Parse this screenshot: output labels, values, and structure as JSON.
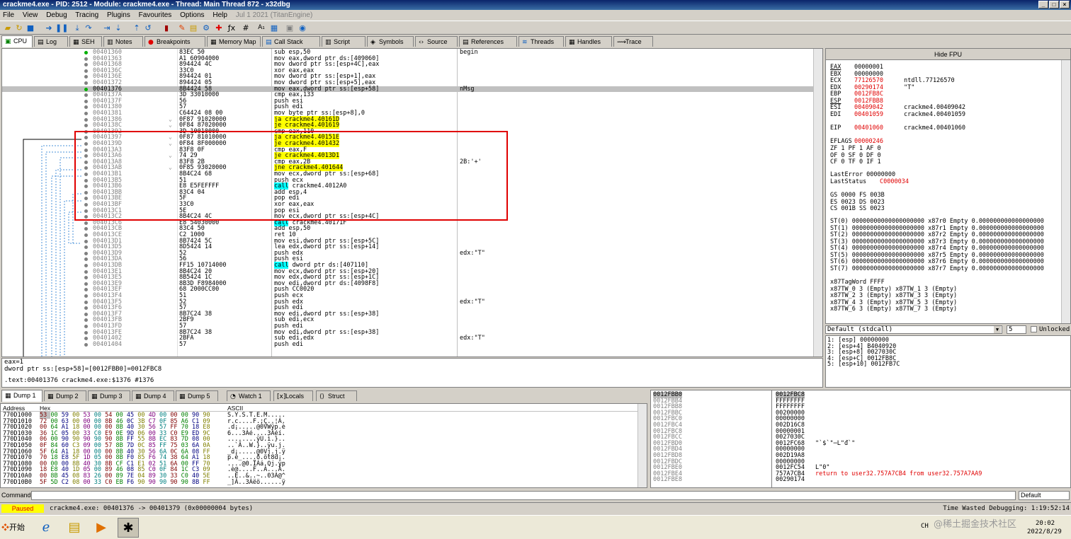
{
  "window": {
    "title": "crackme4.exe - PID: 2512 - Module: crackme4.exe - Thread: Main Thread 872 - x32dbg"
  },
  "menu": [
    "File",
    "View",
    "Debug",
    "Tracing",
    "Plugins",
    "Favourites",
    "Options",
    "Help",
    "Jul 1 2021 (TitanEngine)"
  ],
  "tabs": [
    "CPU",
    "Log",
    "SEH",
    "Notes",
    "Breakpoints",
    "Memory Map",
    "Call Stack",
    "Script",
    "Symbols",
    "Source",
    "References",
    "Threads",
    "Handles",
    "Trace"
  ],
  "disasm": [
    {
      "addr": "00401360",
      "bytes": "83EC 50",
      "dis": "sub esp,50",
      "cmt": "begin",
      "dot": "g"
    },
    {
      "addr": "00401363",
      "bytes": "A1 60904000",
      "dis": "mov eax,dword ptr ds:[409060]",
      "cmt": ""
    },
    {
      "addr": "00401368",
      "bytes": "894424 4C",
      "dis": "mov dword ptr ss:[esp+4C],eax",
      "cmt": ""
    },
    {
      "addr": "0040136C",
      "bytes": "33C0",
      "dis": "xor eax,eax",
      "cmt": ""
    },
    {
      "addr": "0040136E",
      "bytes": "894424 01",
      "dis": "mov dword ptr ss:[esp+1],eax",
      "cmt": ""
    },
    {
      "addr": "00401372",
      "bytes": "894424 05",
      "dis": "mov dword ptr ss:[esp+5],eax",
      "cmt": ""
    },
    {
      "addr": "00401376",
      "bytes": "8B4424 58",
      "dis": "mov eax,dword ptr ss:[esp+58]",
      "cmt": "nMsg",
      "sel": true,
      "dot": "g"
    },
    {
      "addr": "0040137A",
      "bytes": "3D 33010000",
      "dis": "cmp eax,133",
      "cmt": ""
    },
    {
      "addr": "0040137F",
      "bytes": "56",
      "dis": "push esi",
      "cmt": ""
    },
    {
      "addr": "00401380",
      "bytes": "57",
      "dis": "push edi",
      "cmt": ""
    },
    {
      "addr": "00401381",
      "bytes": "C64424 08 00",
      "dis": "mov byte ptr ss:[esp+8],0",
      "cmt": ""
    },
    {
      "addr": "00401386",
      "bytes": "0F87 91020000",
      "dis": "ja crackme4.40161D",
      "cmt": "",
      "j": true
    },
    {
      "addr": "0040138C",
      "bytes": "0F84 87020000",
      "dis": "je crackme4.401619",
      "cmt": "",
      "j": true
    },
    {
      "addr": "00401392",
      "bytes": "3D 10010000",
      "dis": "cmp eax,110",
      "cmt": ""
    },
    {
      "addr": "00401397",
      "bytes": "0F87 81010000",
      "dis": "ja crackme4.40151E",
      "cmt": "",
      "j": true
    },
    {
      "addr": "0040139D",
      "bytes": "0F84 8F000000",
      "dis": "je crackme4.401432",
      "cmt": "",
      "j": true
    },
    {
      "addr": "004013A3",
      "bytes": "83F8 0F",
      "dis": "cmp eax,F",
      "cmt": ""
    },
    {
      "addr": "004013A6",
      "bytes": "74 29",
      "dis": "je crackme4.4013D1",
      "cmt": "",
      "j": true
    },
    {
      "addr": "004013A8",
      "bytes": "83F8 2B",
      "dis": "cmp eax,2B",
      "cmt": "2B:'+'"
    },
    {
      "addr": "004013AB",
      "bytes": "0F85 93020000",
      "dis": "jne crackme4.401644",
      "cmt": "",
      "j": true
    },
    {
      "addr": "004013B1",
      "bytes": "8B4C24 68",
      "dis": "mov ecx,dword ptr ss:[esp+68]",
      "cmt": ""
    },
    {
      "addr": "004013B5",
      "bytes": "51",
      "dis": "push ecx",
      "cmt": ""
    },
    {
      "addr": "004013B6",
      "bytes": "E8 E5FEFFFF",
      "dis": "call crackme4.4012A0",
      "cmt": "",
      "c": true
    },
    {
      "addr": "004013BB",
      "bytes": "83C4 04",
      "dis": "add esp,4",
      "cmt": ""
    },
    {
      "addr": "004013BE",
      "bytes": "5F",
      "dis": "pop edi",
      "cmt": ""
    },
    {
      "addr": "004013BF",
      "bytes": "33C0",
      "dis": "xor eax,eax",
      "cmt": ""
    },
    {
      "addr": "004013C1",
      "bytes": "5E",
      "dis": "pop esi",
      "cmt": ""
    },
    {
      "addr": "004013C2",
      "bytes": "8B4C24 4C",
      "dis": "mov ecx,dword ptr ss:[esp+4C]",
      "cmt": ""
    },
    {
      "addr": "004013C6",
      "bytes": "E8 54030000",
      "dis": "call crackme4.40171F",
      "cmt": "",
      "c": true
    },
    {
      "addr": "004013CB",
      "bytes": "83C4 50",
      "dis": "add esp,50",
      "cmt": ""
    },
    {
      "addr": "004013CE",
      "bytes": "C2 1000",
      "dis": "ret 10",
      "cmt": ""
    },
    {
      "addr": "004013D1",
      "bytes": "8B7424 5C",
      "dis": "mov esi,dword ptr ss:[esp+5C]",
      "cmt": ""
    },
    {
      "addr": "004013D5",
      "bytes": "8D5424 14",
      "dis": "lea edx,dword ptr ss:[esp+14]",
      "cmt": ""
    },
    {
      "addr": "004013D9",
      "bytes": "52",
      "dis": "push edx",
      "cmt": "edx:\"T\""
    },
    {
      "addr": "004013DA",
      "bytes": "56",
      "dis": "push esi",
      "cmt": ""
    },
    {
      "addr": "004013DB",
      "bytes": "FF15 10714000",
      "dis": "call dword ptr ds:[407110]",
      "cmt": "",
      "c": true
    },
    {
      "addr": "004013E1",
      "bytes": "8B4C24 20",
      "dis": "mov ecx,dword ptr ss:[esp+20]",
      "cmt": ""
    },
    {
      "addr": "004013E5",
      "bytes": "8B5424 1C",
      "dis": "mov edx,dword ptr ss:[esp+1C]",
      "cmt": ""
    },
    {
      "addr": "004013E9",
      "bytes": "8B3D F8984000",
      "dis": "mov edi,dword ptr ds:[4098F8]",
      "cmt": ""
    },
    {
      "addr": "004013EF",
      "bytes": "68 2000CC00",
      "dis": "push CC0020",
      "cmt": ""
    },
    {
      "addr": "004013F4",
      "bytes": "51",
      "dis": "push ecx",
      "cmt": ""
    },
    {
      "addr": "004013F5",
      "bytes": "52",
      "dis": "push edx",
      "cmt": "edx:\"T\""
    },
    {
      "addr": "004013F6",
      "bytes": "57",
      "dis": "push edi",
      "cmt": ""
    },
    {
      "addr": "004013F7",
      "bytes": "8B7C24 38",
      "dis": "mov edi,dword ptr ss:[esp+38]",
      "cmt": ""
    },
    {
      "addr": "004013FB",
      "bytes": "2BF9",
      "dis": "sub edi,ecx",
      "cmt": ""
    },
    {
      "addr": "004013FD",
      "bytes": "57",
      "dis": "push edi",
      "cmt": ""
    },
    {
      "addr": "004013FE",
      "bytes": "8B7C24 38",
      "dis": "mov edi,dword ptr ss:[esp+38]",
      "cmt": ""
    },
    {
      "addr": "00401402",
      "bytes": "2BFA",
      "dis": "sub edi,edx",
      "cmt": "edx:\"T\""
    },
    {
      "addr": "00401404",
      "bytes": "57",
      "dis": "push edi",
      "cmt": ""
    }
  ],
  "info": {
    "line1": "eax=1",
    "line2": "dword ptr ss:[esp+58]=[0012FBB0]=0012FBC8",
    "line3": ".text:00401376 crackme4.exe:$1376 #1376"
  },
  "fpu": {
    "hide_label": "Hide FPU"
  },
  "registers": [
    {
      "n": "EAX",
      "v": "00000001",
      "c": "",
      "u": true
    },
    {
      "n": "EBX",
      "v": "00000000",
      "c": ""
    },
    {
      "n": "ECX",
      "v": "77126570",
      "c": "ntdll.77126570",
      "red": true
    },
    {
      "n": "EDX",
      "v": "00290174",
      "c": "\"T\"",
      "red": true
    },
    {
      "n": "EBP",
      "v": "0012FB8C",
      "c": "",
      "red": true
    },
    {
      "n": "ESP",
      "v": "0012FBB8",
      "c": "",
      "red": true,
      "u": true
    },
    {
      "n": "ESI",
      "v": "00409042",
      "c": "crackme4.00409042",
      "red": true
    },
    {
      "n": "EDI",
      "v": "00401059",
      "c": "crackme4.00401059",
      "red": true
    }
  ],
  "eip": {
    "n": "EIP",
    "v": "00401060",
    "c": "crackme4.00401060"
  },
  "eflags": {
    "label": "EFLAGS",
    "v": "00000246"
  },
  "flags": [
    "ZF 1  PF 1  AF 0",
    "OF 0  SF 0  DF 0",
    "CF 0  TF 0  IF 1"
  ],
  "lasterr": {
    "err": "LastError  00000000",
    "status_label": "LastStatus",
    "status_v": "C0000034"
  },
  "segs": [
    "GS 0000  FS 003B",
    "ES 0023  DS 0023",
    "CS 001B  SS 0023"
  ],
  "st": [
    "ST(0) 00000000000000000000 x87r0 Empty 0.000000000000000000",
    "ST(1) 00000000000000000000 x87r1 Empty 0.000000000000000000",
    "ST(2) 00000000000000000000 x87r2 Empty 0.000000000000000000",
    "ST(3) 00000000000000000000 x87r3 Empty 0.000000000000000000",
    "ST(4) 00000000000000000000 x87r4 Empty 0.000000000000000000",
    "ST(5) 00000000000000000000 x87r5 Empty 0.000000000000000000",
    "ST(6) 00000000000000000000 x87r6 Empty 0.000000000000000000",
    "ST(7) 00000000000000000000 x87r7 Empty 0.000000000000000000"
  ],
  "tagword": [
    "x87TagWord FFFF",
    "x87TW_0 3 (Empty)   x87TW_1 3 (Empty)",
    "x87TW_2 3 (Empty)   x87TW_3 3 (Empty)",
    "x87TW_4 3 (Empty)   x87TW_5 3 (Empty)",
    "x87TW_6 3 (Empty)   x87TW_7 3 (Empty)"
  ],
  "callconv": {
    "value": "Default (stdcall)",
    "count": "5",
    "unlocked": "Unlocked"
  },
  "args": [
    "1: [esp] 00000000",
    "2: [esp+4] B4040920",
    "3: [esp+8] 0027030C",
    "4: [esp+C] 0012FB8C",
    "5: [esp+10] 0012FB7C"
  ],
  "dump_tabs": [
    "Dump 1",
    "Dump 2",
    "Dump 3",
    "Dump 4",
    "Dump 5",
    "Watch 1",
    "Locals",
    "Struct"
  ],
  "dump_headers": {
    "addr": "Address",
    "hex": "Hex",
    "ascii": "ASCII"
  },
  "dump": [
    {
      "a": "770D1000",
      "h": "53 00 59 00 53 00 54 00 45 00 4D 00 00 00 90 90",
      "s": "S.Y.S.T.E.M....."
    },
    {
      "a": "770D1010",
      "h": "72 00 63 00 00 00 8B 46 0C 3B C7 0F 85 A6 C1 09",
      "s": "r.c....F.;Ç..¦Á."
    },
    {
      "a": "770D1020",
      "h": "00 64 A1 18 00 00 00 8B 40 30 56 57 FF 70 18 E8",
      "s": ".d¡.....@0VWÿp.è"
    },
    {
      "a": "770D1030",
      "h": "36 1C 05 00 33 C0 E9 0E 9D 06 00 33 C0 E9 ED 9C",
      "s": "6...3Àé....3Àéí."
    },
    {
      "a": "770D1040",
      "h": "06 00 90 90 90 90 90 8B FF 55 8B EC 83 7D 08 00",
      "s": "........ÿU.ì.}.."
    },
    {
      "a": "770D1050",
      "h": "0F 84 60 C3 09 00 57 8B 7D 0C 85 FF 75 03 6A 0A",
      "s": "..`Ã..W.}..ÿu.j."
    },
    {
      "a": "770D1060",
      "h": "5F 64 A1 18 00 00 00 8B 40 30 56 6A 0C 6A 08 FF",
      "s": "_d¡.....@0Vj.j.ÿ"
    },
    {
      "a": "770D1070",
      "h": "70 18 E8 5F 1D 05 00 8B F0 85 F6 74 38 64 A1 18",
      "s": "p.è_....ð.öt8d¡."
    },
    {
      "a": "770D1080",
      "h": "00 00 00 8B 40 30 8B CF C1 E1 02 51 6A 00 FF 70",
      "s": "....@0.ÏÁá.Qj.ÿp"
    },
    {
      "a": "770D1090",
      "h": "18 E8 40 1D 05 00 89 46 08 85 C0 0F 84 1C C3 09",
      "s": ".è@....F..À...Ã."
    },
    {
      "a": "770D10A0",
      "h": "00 8B 45 08 83 26 00 89 7E 04 89 30 33 C0 40 5E",
      "s": "..E..&..~..03À@^"
    },
    {
      "a": "770D10B0",
      "h": "5F 5D C2 08 00 33 C0 EB F6 90 90 90 90 90 8B FF",
      "s": "_]Â..3Àëö......ÿ"
    }
  ],
  "stack": [
    {
      "a": "0012FBB0",
      "v": "0012FBC8",
      "c": ""
    },
    {
      "a": "0012FBB4",
      "v": "FFFFFFFF",
      "c": ""
    },
    {
      "a": "0012FBB8",
      "v": "FFFFFFFF",
      "c": ""
    },
    {
      "a": "0012FBBC",
      "v": "00200000",
      "c": ""
    },
    {
      "a": "0012FBC0",
      "v": "00000000",
      "c": ""
    },
    {
      "a": "0012FBC4",
      "v": "002D16C8",
      "c": ""
    },
    {
      "a": "0012FBC8",
      "v": "00000001",
      "c": ""
    },
    {
      "a": "0012FBCC",
      "v": "0027030C",
      "c": ""
    },
    {
      "a": "0012FBD0",
      "v": "0012FC68",
      "c": "\"`$`\"─L\"đ`\""
    },
    {
      "a": "0012FBD4",
      "v": "00000000",
      "c": ""
    },
    {
      "a": "0012FBD8",
      "v": "002D19A8",
      "c": ""
    },
    {
      "a": "0012FBDC",
      "v": "00000000",
      "c": ""
    },
    {
      "a": "0012FBE0",
      "v": "0012FC54",
      "c": "L\"0\""
    },
    {
      "a": "0012FBE4",
      "v": "757A7CB4",
      "c": "return to user32.757A7CB4 from user32.757A7AA9",
      "red": true
    },
    {
      "a": "0012FBE8",
      "v": "00290174",
      "c": ""
    }
  ],
  "cmd": {
    "label": "Command:",
    "mode": "Default"
  },
  "status": {
    "state": "Paused",
    "text": "crackme4.exe: 00401376 -> 00401379 (0x00000004 bytes)",
    "time": "Time Wasted Debugging: 1:19:52:14"
  },
  "taskbar": {
    "start": "开始",
    "lang": "CH",
    "time": "20:02",
    "date": "2022/8/29",
    "watermark": "@稀土掘金技术社区"
  }
}
